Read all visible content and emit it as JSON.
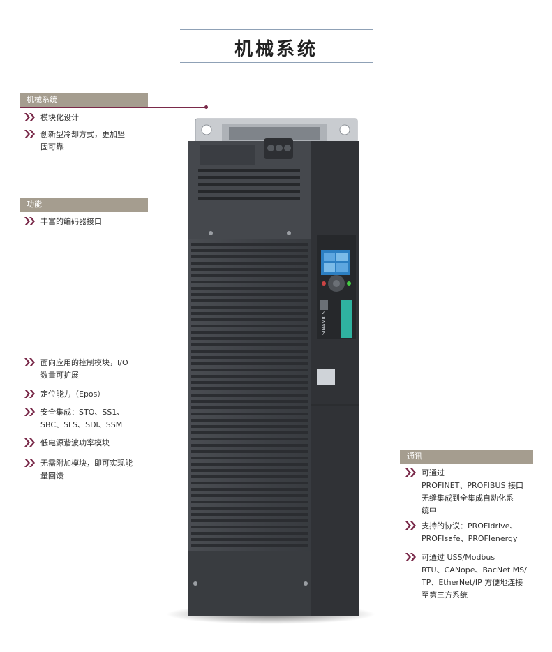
{
  "page_title": "机械系统",
  "sections": {
    "mechanical": {
      "heading": "机械系统",
      "items": [
        {
          "lines": [
            "模块化设计"
          ]
        },
        {
          "lines": [
            "创新型冷却方式，更加坚",
            "固可靠"
          ]
        }
      ]
    },
    "function": {
      "heading": "功能",
      "items": [
        {
          "lines": [
            "丰富的编码器接口"
          ]
        }
      ]
    },
    "features": {
      "items": [
        {
          "lines": [
            "面向应用的控制模块，I/O",
            "数量可扩展"
          ]
        },
        {
          "lines": [
            "定位能力（Epos）"
          ]
        },
        {
          "lines": [
            "安全集成：STO、SS1、",
            "SBC、SLS、SDI、SSM"
          ]
        },
        {
          "lines": [
            "低电源谐波功率模块"
          ]
        },
        {
          "lines": [
            "无需附加模块，即可实现能",
            "量回馈"
          ]
        }
      ]
    },
    "communication": {
      "heading": "通讯",
      "items": [
        {
          "lines": [
            "可通过",
            "PROFINET、PROFIBUS 接口",
            "无缝集成到全集成自动化系",
            "统中"
          ]
        },
        {
          "lines": [
            "支持的协议：PROFIdrive、",
            "PROFIsafe、PROFIenergy"
          ]
        },
        {
          "lines": [
            "可通过 USS/Modbus",
            "RTU、CANope、BacNet MS/",
            "TP、EtherNet/IP 方便地连接",
            "至第三方系统"
          ]
        }
      ]
    }
  },
  "device": {
    "brand_text": "SINAMICS",
    "colors": {
      "body": "#3a3d41",
      "body_dark": "#2a2c2f",
      "panel_green": "#2fb2a0",
      "accent": "#7a2a4a"
    }
  }
}
